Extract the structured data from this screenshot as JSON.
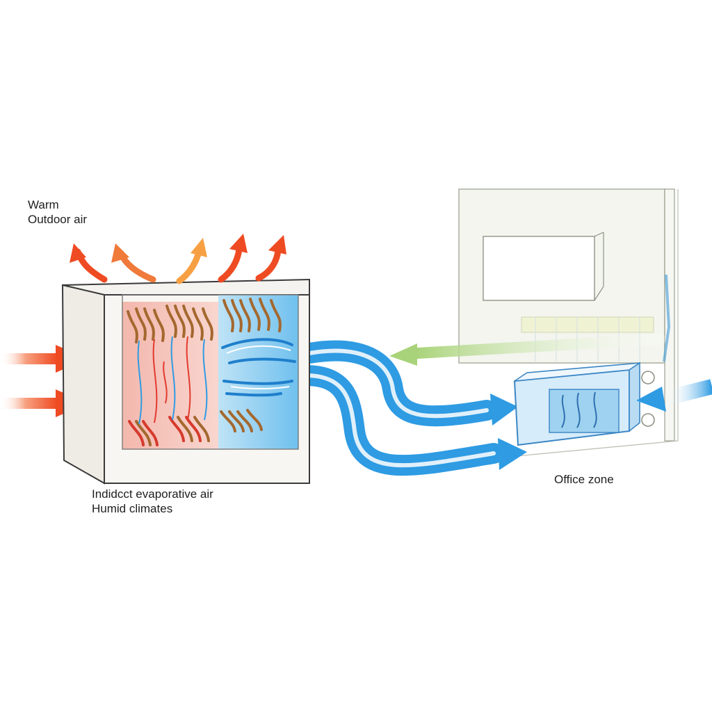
{
  "labels": {
    "outdoor_line1": "Warm",
    "outdoor_line2": "Outdoor air",
    "unit_line1": "Indidcct evaporative air",
    "unit_line2": "Humid climates",
    "office": "Office zone"
  },
  "colors": {
    "warm_air": "#ef4b23",
    "warm_air_light": "#f7a043",
    "cool_air": "#2e9be3",
    "cool_air_light": "#a9dcf7",
    "return_air": "#b6d98a",
    "unit_frame": "#f4f1ec",
    "hot_section": "#f6c9c2",
    "cool_section": "#9ed4f2",
    "fin_brown": "#a4682e",
    "room_wall": "#eef2e4"
  },
  "icons": {
    "warm_arrow": "curved-arrow-icon",
    "flow_arrow": "flow-arrow-icon",
    "swirl": "swirl-icon"
  }
}
